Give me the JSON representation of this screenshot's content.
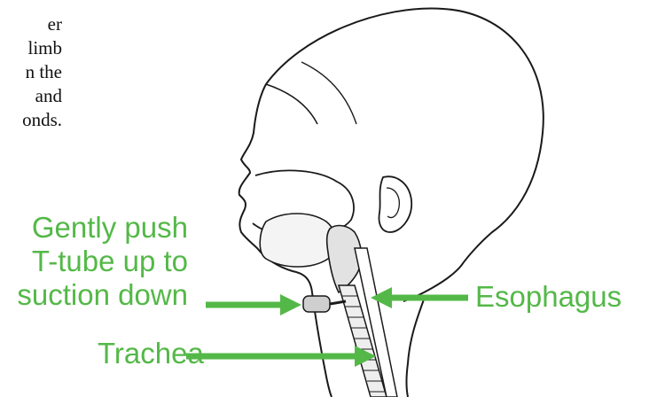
{
  "cut_text_lines": [
    "er",
    "limb",
    "n the",
    "and",
    "onds."
  ],
  "labels": {
    "push": [
      "Gently push",
      "T-tube up to",
      "suction down"
    ],
    "esophagus": "Esophagus",
    "trachea": "Trachea"
  },
  "colors": {
    "label_green": "#54b848",
    "line_art": "#1a1a1a"
  }
}
